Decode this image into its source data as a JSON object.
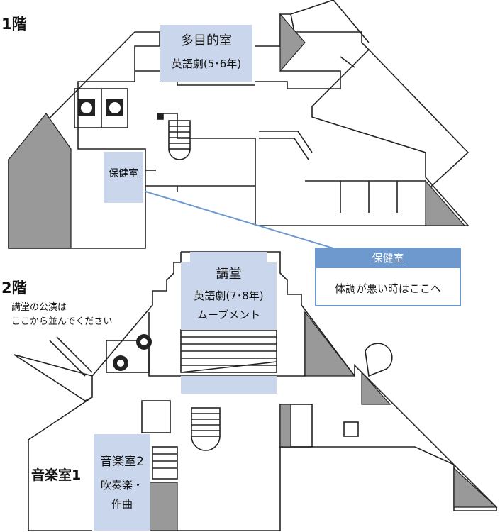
{
  "floors": [
    {
      "label": "1階"
    },
    {
      "label": "2階"
    }
  ],
  "rooms": {
    "tamokuteki": {
      "name": "多目的室",
      "use": "英語劇(5･6年)"
    },
    "hokenshitsu": {
      "name": "保健室"
    },
    "kodo": {
      "name": "講堂",
      "use": "英語劇(7･8年)",
      "use2": "ムーブメント"
    },
    "ongaku1": {
      "name": "音楽室1"
    },
    "ongaku2": {
      "name": "音楽室2",
      "use": "吹奏楽・",
      "use2": "作曲"
    }
  },
  "note": {
    "line1": "講堂の公演は",
    "line2": "ここから並んでください"
  },
  "callout": {
    "title": "保健室",
    "body": "体調が悪い時はここへ"
  },
  "colors": {
    "highlight": "#c9d6ec",
    "callout_accent": "#6d99cf",
    "wall_fill": "#999999"
  }
}
